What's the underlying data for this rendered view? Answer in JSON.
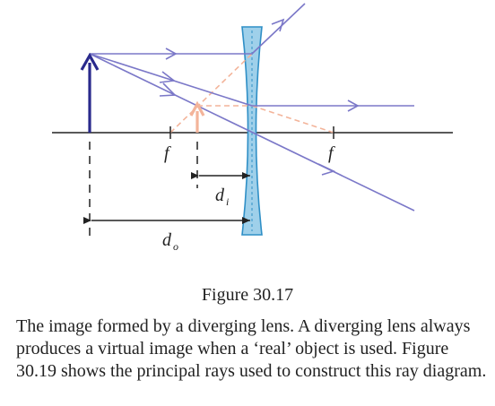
{
  "labels": {
    "focal_left": "f",
    "focal_right": "f",
    "di_main": "d",
    "di_sub": "i",
    "do_main": "d",
    "do_sub": "o"
  },
  "caption": "Figure 30.17",
  "body_text": "The image formed by a diverging lens. A diverging lens always produces a virtual image when a ‘real’ object is used. Figure 30.19 shows the principal rays used to construct this ray diagram.",
  "colors": {
    "ray": "#7b78c8",
    "object": "#2a2a8c",
    "image": "#f3b49a",
    "construction": "#f3b49a",
    "lens_fill": "#9fd0ea",
    "lens_stroke": "#2f8fc6",
    "axis": "#222222"
  }
}
